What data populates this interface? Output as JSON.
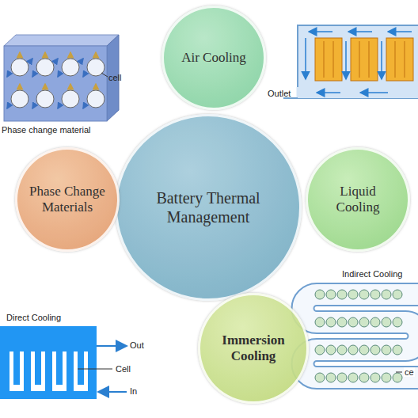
{
  "diagram": {
    "nodes": [
      {
        "text": [
          "Air Cooling"
        ]
      },
      {
        "text": [
          "Phase Change Materials"
        ]
      },
      {
        "text": [
          "Battery Thermal Management"
        ]
      },
      {
        "text": [
          "Liquid Cooling"
        ]
      },
      {
        "text": [
          "Immersion Cooling"
        ]
      }
    ],
    "labels": [
      "cell",
      "Phase change material",
      "Outlet",
      "Indirect Cooling",
      "ce",
      "Direct Cooling",
      "Out",
      "Cell",
      "In"
    ]
  }
}
